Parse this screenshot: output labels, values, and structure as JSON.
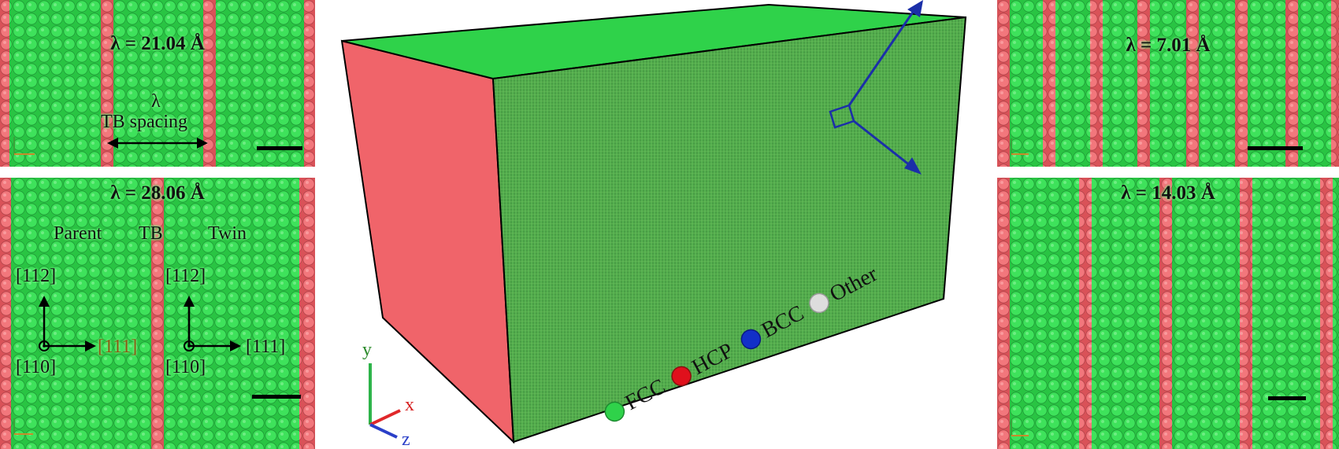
{
  "colors": {
    "fcc": "#2fd24a",
    "hcp": "#f0646a",
    "bcc": "#1230c8",
    "other": "#dddddd",
    "arrow": "#1b2fa8",
    "twin_axis": "#8a5a12"
  },
  "panels": {
    "top_left": {
      "label": "λ = 21.04 Å",
      "lambda_text": "λ",
      "spacing_text": "TB spacing"
    },
    "bottom_left": {
      "label": "λ = 28.06 Å",
      "parent": "Parent",
      "tb": "TB",
      "twin": "Twin",
      "parent_axes": {
        "up": "[112]",
        "right": "[111]",
        "out": "[110]"
      },
      "twin_axes": {
        "up": "[112]",
        "right": "[111]",
        "out": "[110]"
      }
    },
    "top_right": {
      "label": "λ = 7.01 Å"
    },
    "bottom_right": {
      "label": "λ = 14.03 Å"
    }
  },
  "cube": {
    "axes": {
      "x": "x",
      "y": "y",
      "z": "z"
    },
    "legend": [
      "FCC",
      "HCP",
      "BCC",
      "Other"
    ]
  }
}
